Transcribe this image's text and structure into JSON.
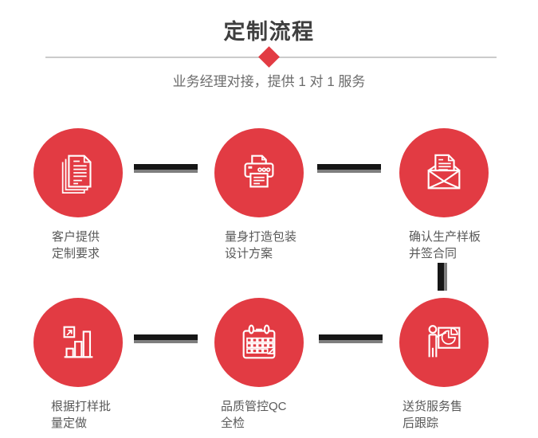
{
  "header": {
    "title": "定制流程",
    "subtitle": "业务经理对接，提供 1 对 1 服务"
  },
  "colors": {
    "accent": "#e23b43",
    "connector_dark": "#161616",
    "connector_gray": "#7e7e7e",
    "divider": "#cbcbcb",
    "title_text": "#3f3f3f",
    "label_text": "#595959"
  },
  "steps": [
    {
      "icon": "documents-icon",
      "line1": "客户提供",
      "line2": "定制要求"
    },
    {
      "icon": "printer-icon",
      "line1": "量身打造包装",
      "line2": "设计方案"
    },
    {
      "icon": "envelope-icon",
      "line1": "确认生产样板",
      "line2": "并签合同"
    },
    {
      "icon": "bar-chart-icon",
      "line1": "根据打样批",
      "line2": "量定做"
    },
    {
      "icon": "calendar-icon",
      "line1": "品质管控QC",
      "line2": "全检"
    },
    {
      "icon": "presentation-icon",
      "line1": "送货服务售",
      "line2": "后跟踪"
    }
  ]
}
